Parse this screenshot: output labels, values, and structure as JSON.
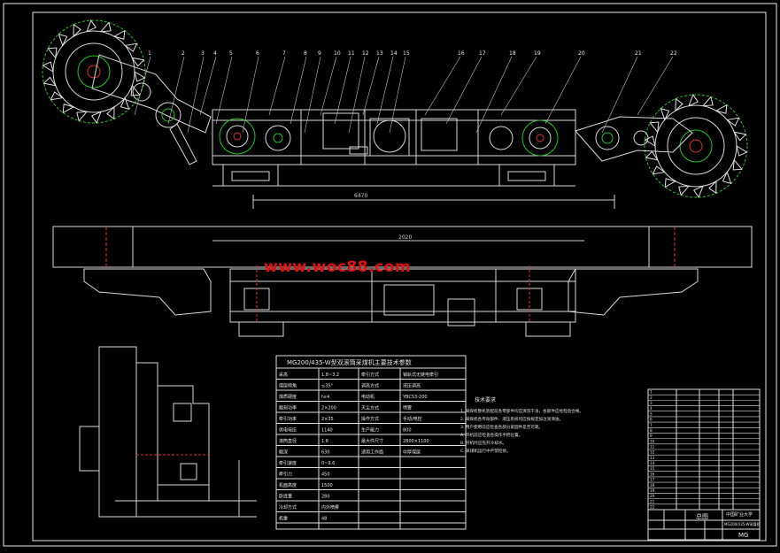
{
  "drawing": {
    "watermark": "www.woc88.com",
    "callouts": [
      "1",
      "2",
      "3",
      "4",
      "5",
      "6",
      "7",
      "8",
      "9",
      "10",
      "11",
      "12",
      "13",
      "14",
      "15",
      "16",
      "17",
      "18",
      "19",
      "20",
      "21",
      "22"
    ],
    "dim_overall": "6470",
    "dim_plan": "2020",
    "param_table_title": "MG200/435-W型双滚筒采煤机主要技术参数",
    "param_left": [
      {
        "label": "采高",
        "value": "1.8~3.2"
      },
      {
        "label": "煤层倾角",
        "value": "≤35°"
      },
      {
        "label": "煤质硬度",
        "value": "f≤4"
      },
      {
        "label": "截割功率",
        "value": "2×200"
      },
      {
        "label": "牵引功率",
        "value": "2×35"
      },
      {
        "label": "供电电压",
        "value": "1140"
      },
      {
        "label": "滚筒直径",
        "value": "1.8"
      },
      {
        "label": "截深",
        "value": "630"
      },
      {
        "label": "牵引速度",
        "value": "0~9.6"
      },
      {
        "label": "牵引力",
        "value": "450"
      },
      {
        "label": "机面高度",
        "value": "1500"
      },
      {
        "label": "卧底量",
        "value": "280"
      },
      {
        "label": "冷却方式",
        "value": "内外喷雾"
      },
      {
        "label": "机重",
        "value": "48"
      }
    ],
    "param_right": [
      {
        "label": "牵引方式",
        "value": "销轨式无链电牵引"
      },
      {
        "label": "调高方式",
        "value": "液压调高"
      },
      {
        "label": "电动机",
        "value": "YBCS3-200"
      },
      {
        "label": "灭尘方式",
        "value": "喷雾"
      },
      {
        "label": "操作方式",
        "value": "手动/电控"
      },
      {
        "label": "生产能力",
        "value": "800"
      },
      {
        "label": "最大件尺寸",
        "value": "2800×1100"
      },
      {
        "label": "适用工作面",
        "value": "中厚煤层"
      }
    ],
    "tech_title": "技术要求",
    "tech_notes": [
      "1. 采煤机整机装配前各零部件均应清洗干净，各部件应经检验合格。",
      "2. 采煤机各传动部件、液压系统均应按规定加注润滑油。",
      "3. 用户使用前应检查各部分紧固件是否可靠。",
      "A. 开机前应检查各操作手把位置。",
      "B. 开机时应先开冷却水。",
      "C. 采煤机运行中严禁检修。"
    ],
    "bom_rows": [
      "1",
      "2",
      "3",
      "4",
      "5",
      "6",
      "7",
      "8",
      "9",
      "10",
      "11",
      "12",
      "13",
      "14",
      "15",
      "16",
      "17",
      "18",
      "19",
      "20",
      "21",
      "22"
    ],
    "title_block": {
      "name": "总图",
      "org": "中国矿业大学",
      "drawing_no": "MG200/435-W采煤机",
      "code": "MG"
    }
  }
}
